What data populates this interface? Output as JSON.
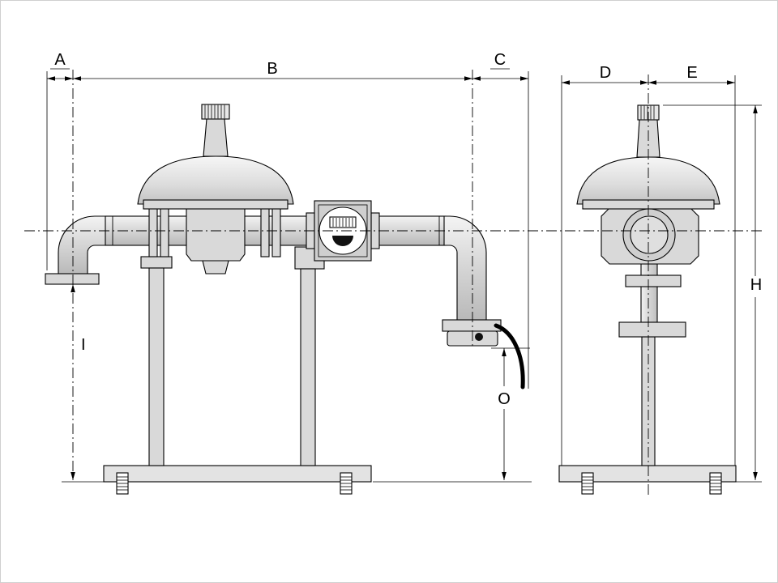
{
  "drawing": {
    "kind": "gas-pressure-regulator-installation-drawing",
    "views": [
      "front-view",
      "side-view"
    ]
  },
  "dimensions": {
    "a": "A",
    "b": "B",
    "c": "C",
    "d": "D",
    "e": "E",
    "h": "H",
    "i": "I",
    "o": "O"
  },
  "colors": {
    "outline": "#000000",
    "metal": "#d9d9d9",
    "metal_dark": "#bdbdbd",
    "background": "#ffffff"
  }
}
